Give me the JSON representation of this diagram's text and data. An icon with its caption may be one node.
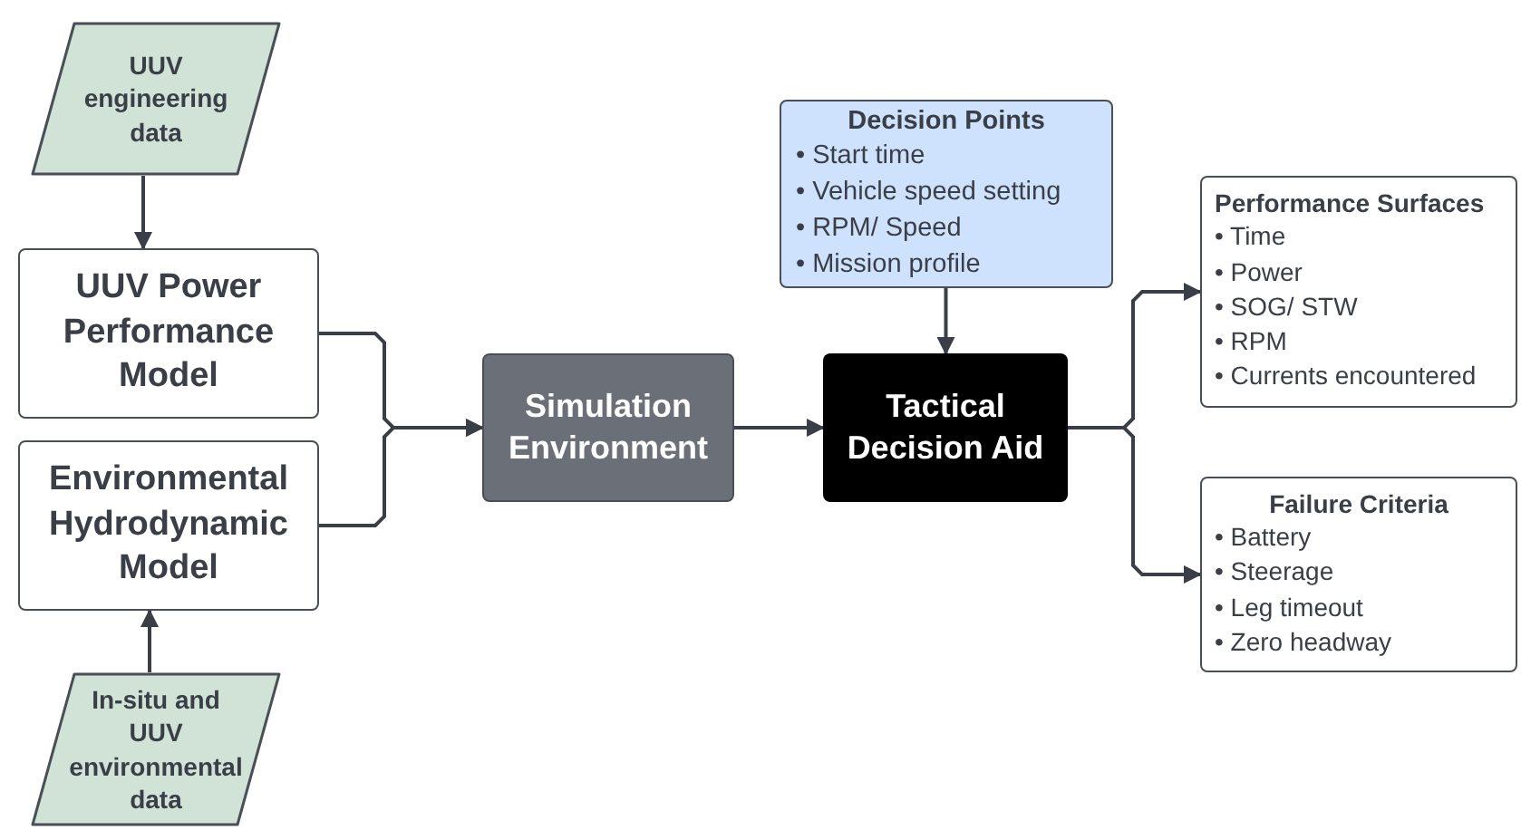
{
  "diagram": {
    "nodes": [
      {
        "text": [
          "UUV engineering data"
        ]
      },
      {
        "text": [
          "UUV Power Performance Model"
        ]
      },
      {
        "text": [
          "Environmental Hydrodynamic Model"
        ]
      },
      {
        "text": [
          "In-situ and UUV environmental data"
        ]
      },
      {
        "text": [
          "Simulation Environment"
        ]
      },
      {
        "text": [
          "Decision Points",
          "• Start time",
          "• Vehicle speed setting",
          "• RPM/ Speed",
          "• Mission profile"
        ]
      },
      {
        "text": [
          "Tactical Decision Aid"
        ]
      },
      {
        "text": [
          "Performance Surfaces",
          "• Time",
          "• Power",
          "• SOG/ STW",
          "• RPM",
          "• Currents encountered"
        ]
      },
      {
        "text": [
          "Failure Criteria",
          "• Battery",
          "• Steerage",
          "• Leg timeout",
          "• Zero headway"
        ]
      }
    ],
    "edges": [
      {
        "from": 0,
        "to": 1,
        "arrow": "to"
      },
      {
        "from": 3,
        "to": 2,
        "arrow": "to"
      },
      {
        "from": 1,
        "to": 4,
        "arrow": "to"
      },
      {
        "from": 2,
        "to": 4,
        "arrow": "to"
      },
      {
        "from": 4,
        "to": 6,
        "arrow": "to"
      },
      {
        "from": 5,
        "to": 6,
        "arrow": "to"
      },
      {
        "from": 6,
        "to": 7,
        "arrow": "to"
      },
      {
        "from": 6,
        "to": 8,
        "arrow": "to"
      }
    ]
  }
}
